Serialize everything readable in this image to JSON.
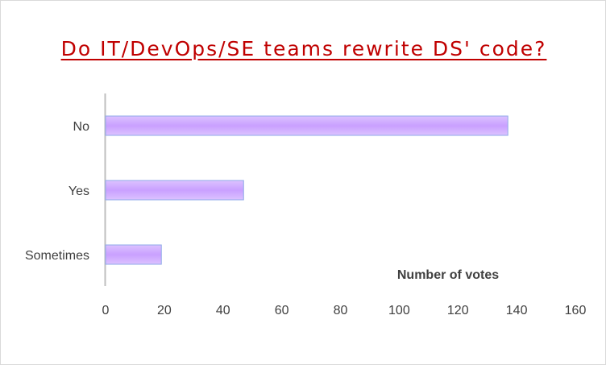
{
  "chart_data": {
    "type": "bar",
    "orientation": "horizontal",
    "title": "Do IT/DevOps/SE teams rewrite DS' code?",
    "categories": [
      "No",
      "Yes",
      "Sometimes"
    ],
    "values": [
      137,
      47,
      19
    ],
    "xlabel": "Number of votes",
    "ylabel": "",
    "xlim": [
      0,
      160
    ],
    "xticks": [
      "0",
      "20",
      "40",
      "60",
      "80",
      "100",
      "120",
      "140",
      "160"
    ],
    "grid": false,
    "legend": "none",
    "colors": {
      "bar_fill": "#c9a0ff",
      "bar_fill_light": "#dcc2ff",
      "bar_edge": "#8fa8e8",
      "title": "#c00000",
      "axis": "#bfbfbf",
      "text": "#404040"
    }
  }
}
